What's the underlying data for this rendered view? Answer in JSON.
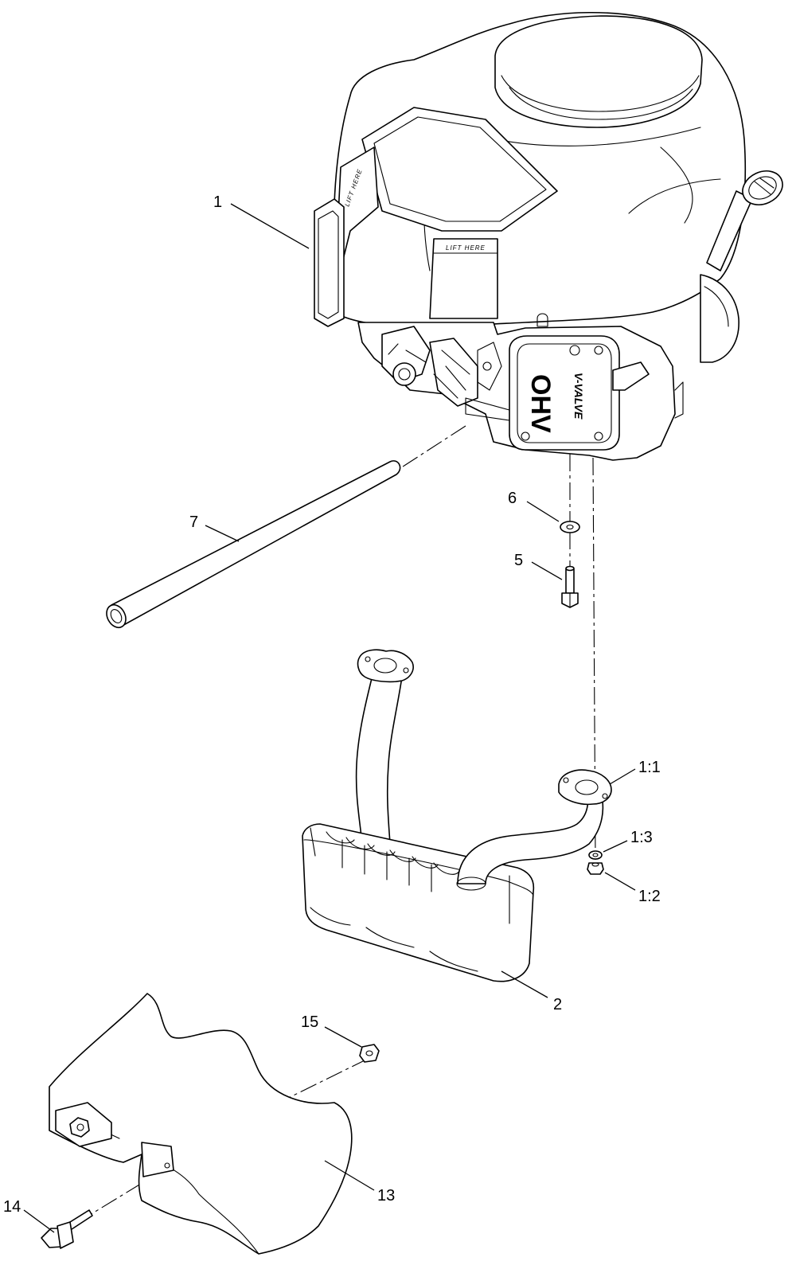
{
  "diagram": {
    "decals": {
      "lift_here_left": "LIFT HERE",
      "lift_here_front": "LIFT HERE",
      "ohv": "OHV",
      "v_valve": "V-VALVE"
    },
    "callouts": [
      {
        "id": "c1",
        "label": "1"
      },
      {
        "id": "c7",
        "label": "7"
      },
      {
        "id": "c6",
        "label": "6"
      },
      {
        "id": "c5",
        "label": "5"
      },
      {
        "id": "c1-1",
        "label": "1:1"
      },
      {
        "id": "c1-3",
        "label": "1:3"
      },
      {
        "id": "c1-2",
        "label": "1:2"
      },
      {
        "id": "c2",
        "label": "2"
      },
      {
        "id": "c15",
        "label": "15"
      },
      {
        "id": "c13",
        "label": "13"
      },
      {
        "id": "c14",
        "label": "14"
      }
    ]
  }
}
